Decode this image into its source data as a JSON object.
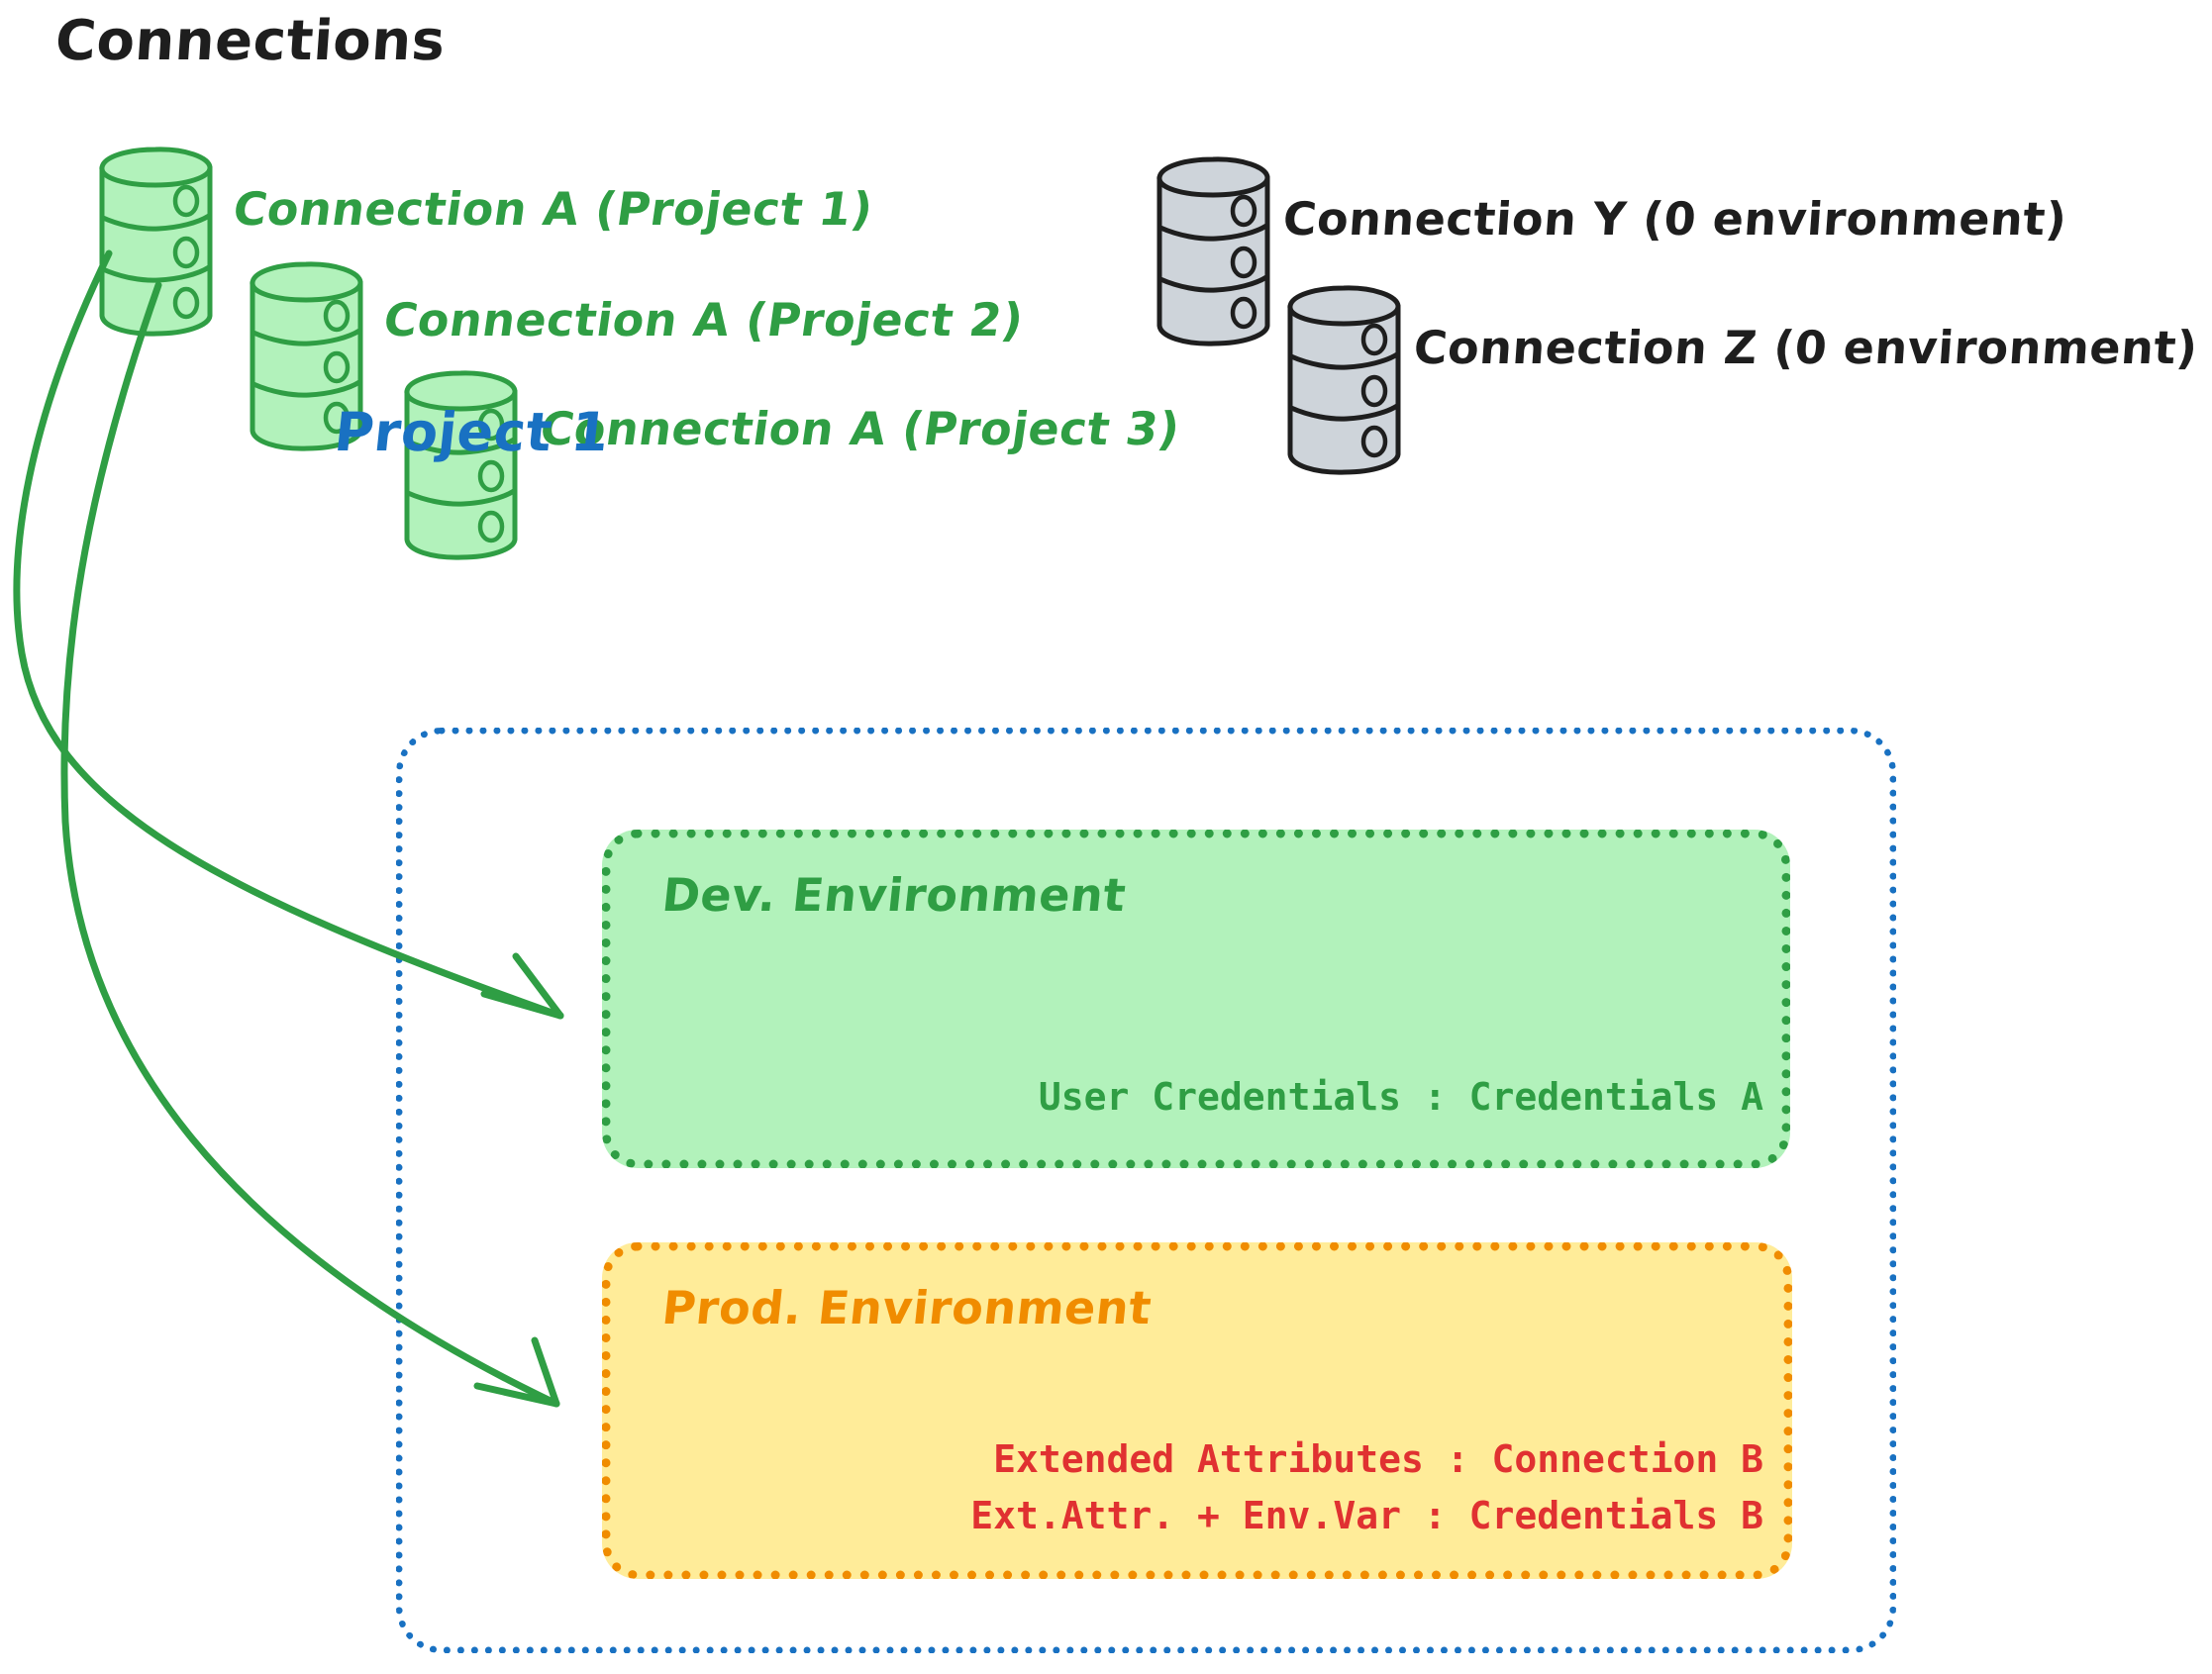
{
  "diagram": {
    "title": "Connections",
    "connections": [
      {
        "label": "Connection A (Project 1)",
        "color": "#2f9e44",
        "icon": "database-icon"
      },
      {
        "label": "Connection A (Project 2)",
        "color": "#2f9e44",
        "icon": "database-icon"
      },
      {
        "label": "Connection A (Project 3)",
        "color": "#2f9e44",
        "icon": "database-icon"
      },
      {
        "label": "Connection Y (0 environment)",
        "color": "#1e1e1e",
        "icon": "database-icon"
      },
      {
        "label": "Connection Z (0 environment)",
        "color": "#1e1e1e",
        "icon": "database-icon"
      }
    ],
    "project": {
      "title": "Project 1",
      "color": "#1971c2",
      "environments": [
        {
          "name": "Dev. Environment",
          "color": "#2f9e44",
          "fill": "#b2f2bb",
          "entries": [
            "User Credentials : Credentials A"
          ]
        },
        {
          "name": "Prod. Environment",
          "color": "#f08c00",
          "fill": "#ffec99",
          "entries": [
            "Extended Attributes : Connection B",
            "Ext.Attr. + Env.Var : Credentials B"
          ],
          "entry_color": "#e03131"
        }
      ]
    },
    "colors": {
      "green_stroke": "#2f9e44",
      "green_fill": "#b2f2bb",
      "gray_stroke": "#1e1e1e",
      "gray_fill": "#ced4da",
      "blue": "#1971c2",
      "orange": "#f08c00",
      "red": "#e03131",
      "ink": "#1e1e1e"
    }
  }
}
